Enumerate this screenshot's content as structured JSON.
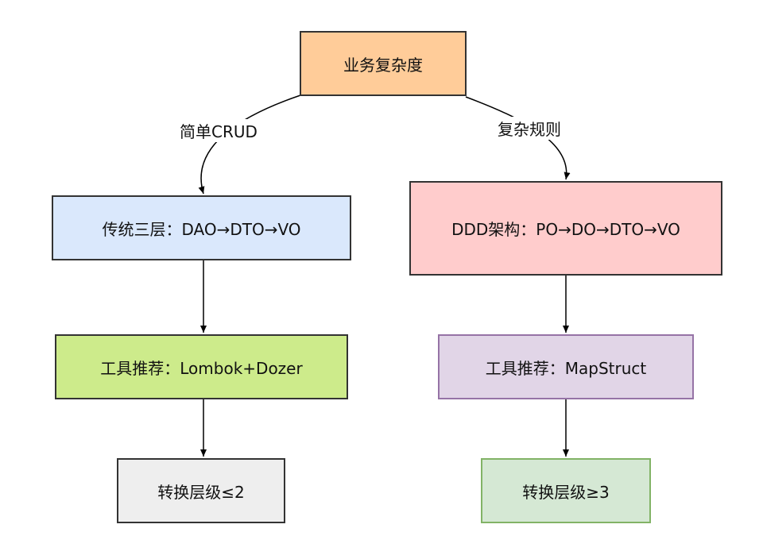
{
  "nodes": {
    "root": {
      "label": "业务复杂度",
      "fill": "#ffcc99",
      "stroke": "#333333"
    },
    "traditional": {
      "label": "传统三层：DAO→DTO→VO",
      "fill": "#dae8fc",
      "stroke": "#333333"
    },
    "ddd": {
      "label": "DDD架构：PO→DO→DTO→VO",
      "fill": "#ffcccc",
      "stroke": "#333333"
    },
    "tool_left": {
      "label": "工具推荐：Lombok+Dozer",
      "fill": "#cdeb8b",
      "stroke": "#333333"
    },
    "tool_right": {
      "label": "工具推荐：MapStruct",
      "fill": "#e1d5e7",
      "stroke": "#9673a6"
    },
    "level_left": {
      "label": "转换层级≤2",
      "fill": "#eeeeee",
      "stroke": "#333333"
    },
    "level_right": {
      "label": "转换层级≥3",
      "fill": "#d5e8d4",
      "stroke": "#82b366"
    }
  },
  "edges": {
    "simple_crud": {
      "label": "简单CRUD"
    },
    "complex_rules": {
      "label": "复杂规则"
    }
  }
}
